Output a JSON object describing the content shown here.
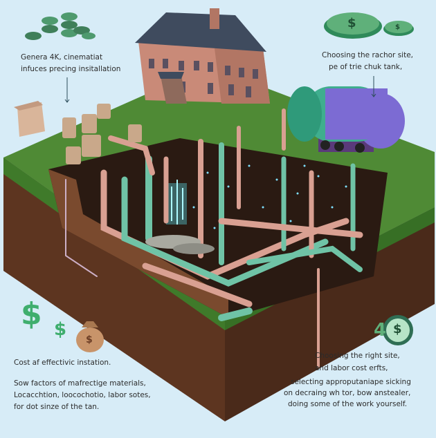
{
  "captions": {
    "top_left_1": "Genera 4K, cinematiat",
    "top_left_2": "infuces precing insitallation",
    "top_right_1": "Choosing the rachor site,",
    "top_right_2": "pe of trie chuk tank,",
    "bottom_left_title": "Cost af effectivic instation.",
    "bottom_left_1": "Sow factors of mafrectige materials,",
    "bottom_left_2": "Locacchtion,  loocochotio, labor sotes,",
    "bottom_left_3": "for dot sinze of the tan.",
    "bottom_right_1": "Choosing the right site,",
    "bottom_right_2": "and labor cost erfts,",
    "bottom_right_3": "selecting approputaniape sicking",
    "bottom_right_4": "on decraing wh tor, bow anstealer,",
    "bottom_right_5": "doing some of the work yourself."
  },
  "symbols": {
    "dollar": "$",
    "big_dollar": "$",
    "small_dollar": "$",
    "four": "4",
    "coin_dollar_1": "$",
    "coin_dollar_2": "$"
  },
  "colors": {
    "sky": "#d7ecf7",
    "grass": "#4f8a35",
    "soil": "#6b3d25",
    "pipe_teal": "#6fc3a6",
    "pipe_pink": "#d9a092",
    "house_brick": "#c98a78",
    "roof": "#3f4b5e",
    "tank_purple": "#7c6bd3",
    "tank_teal": "#3fae8e",
    "coin_green": "#4e9a6e"
  }
}
